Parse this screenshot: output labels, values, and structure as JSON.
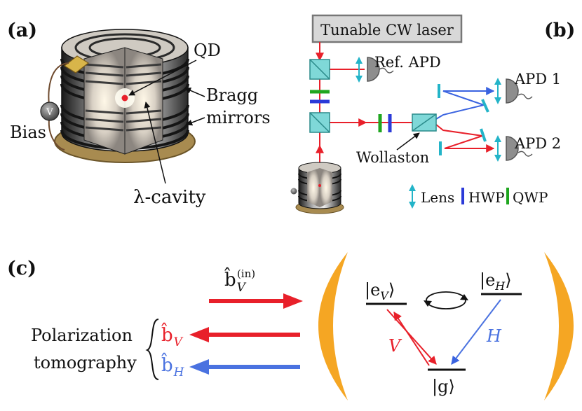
{
  "panel_a": {
    "label": "(a)",
    "qd": "QD",
    "bragg_line1": "Bragg",
    "bragg_line2": "mirrors",
    "bias": "Bias",
    "voltmeter": "V",
    "cavity": "λ-cavity"
  },
  "panel_b": {
    "label": "(b)",
    "laser": "Tunable CW laser",
    "ref_apd": "Ref. APD",
    "apd1": "APD 1",
    "apd2": "APD 2",
    "wollaston": "Wollaston",
    "legend": {
      "lens": "Lens",
      "hwp": "HWP",
      "qwp": "QWP"
    },
    "colors": {
      "beam": "#e8202a",
      "v_beam": "#e8202a",
      "h_beam": "#3a63e0",
      "optic": "#7fd8d8",
      "lens": "#23b4c8",
      "hwp": "#2b3ad8",
      "qwp": "#1fa61f",
      "apd": "#9a9a9a"
    }
  },
  "panel_c": {
    "label": "(c)",
    "input_operator": "b̂",
    "input_sub": "V",
    "input_sup": "(in)",
    "pol_line1": "Polarization",
    "pol_line2": "tomography",
    "out_v_operator": "b̂",
    "out_v_sub": "V",
    "out_h_operator": "b̂",
    "out_h_sub": "H",
    "state_ev": "|e",
    "state_ev_sub": "V",
    "state_eh": "|e",
    "state_eh_sub": "H",
    "state_g": "|g⟩",
    "ket_close": "⟩",
    "trans_v": "V",
    "trans_h": "H",
    "colors": {
      "v": "#e8202a",
      "h": "#4a72e0",
      "bracket": "#f5a623"
    }
  }
}
